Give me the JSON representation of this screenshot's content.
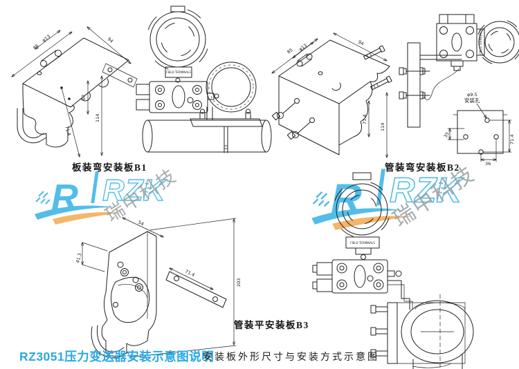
{
  "figures": {
    "b1": {
      "label": "板装弯安装板B1",
      "dims": {
        "top_width": "85",
        "hole": "φ13",
        "top_depth": "94",
        "mid_height": "67",
        "total_height": "114",
        "bolt_spacing": "71.4"
      }
    },
    "b2": {
      "label": "管装弯安装板B2",
      "dims": {
        "top_width": "85",
        "hole": "φ13",
        "top_depth": "94",
        "bolt_spacing": "71.4",
        "total_height": "114"
      }
    },
    "b3": {
      "label": "管装平安装板B3",
      "dims": {
        "top_width": "54",
        "hole_offset": "41.3",
        "total_height": "203",
        "bolt_spacing": "71.4"
      }
    },
    "hole_detail": {
      "hole_dia": "φ9.5",
      "hole_name": "安装孔",
      "vertical_spacing": "71.4",
      "horizontal_spacing": "36",
      "side_offset": "35"
    },
    "transmitter": {
      "nameplate": "FIELD TERMINALS"
    }
  },
  "watermark": {
    "brand_initial": "R",
    "brand_letters": "RZK",
    "company": "瑞中科技",
    "primary_color": "#45b8e8",
    "accent_color": "#f2b05e",
    "gray_color": "#8e979b"
  },
  "footer": {
    "title": "RZ3051压力变送器安装示意图说明",
    "title_color": "#29a8e2",
    "subtitle": "安装板外形尺寸与安装方式示意图"
  }
}
